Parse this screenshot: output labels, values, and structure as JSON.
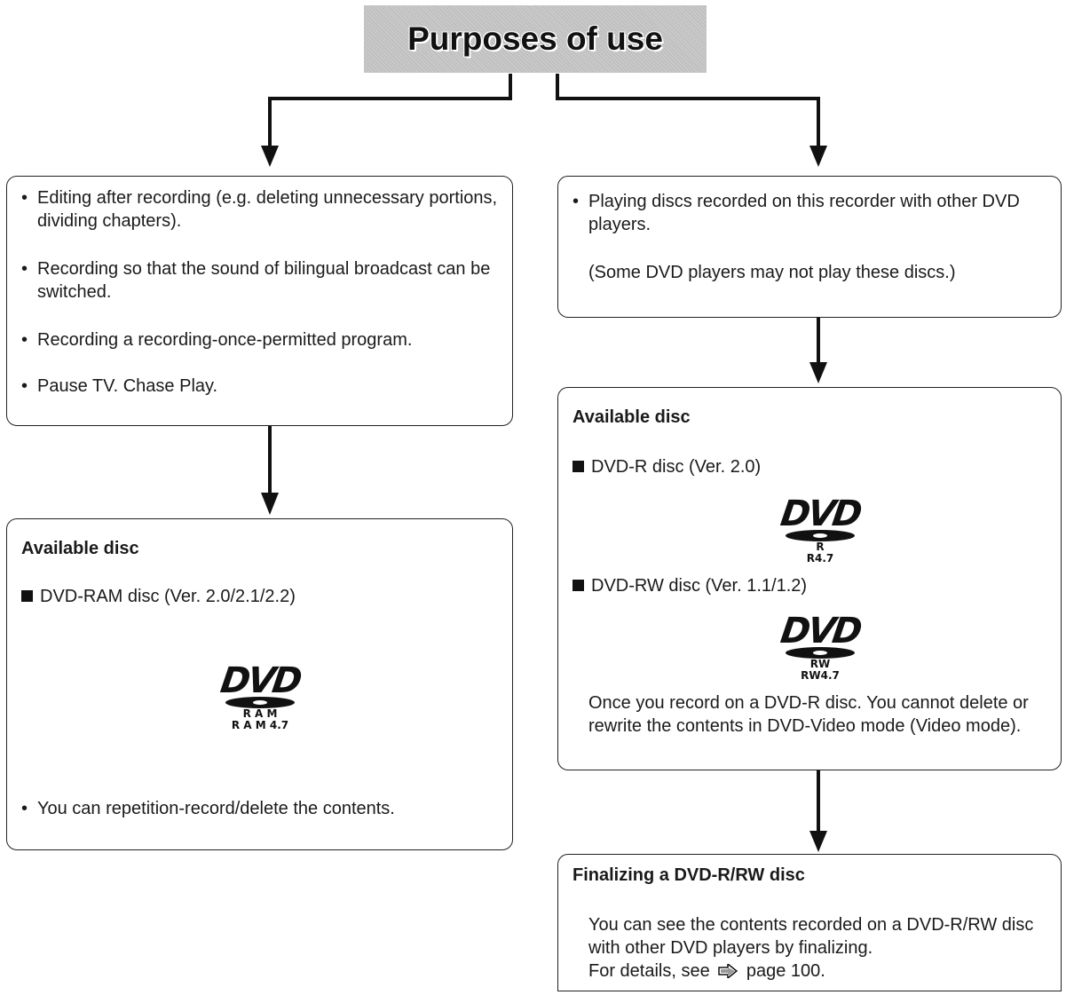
{
  "title": "Purposes of use",
  "left_top_box": {
    "bullets": [
      "Editing after recording (e.g. deleting unnecessary portions, dividing chapters).",
      "Recording so that the sound of bilingual broadcast can be switched.",
      "Recording a recording-once-permitted program.",
      "Pause TV. Chase Play."
    ]
  },
  "left_bottom_box": {
    "heading": "Available disc",
    "disc_item": "DVD-RAM disc (Ver. 2.0/2.1/2.2)",
    "logo": {
      "word": "DVD",
      "line1": "R A M",
      "line2": "R A M 4.7",
      "icon": "dvd-ram-logo"
    },
    "note": "You can repetition-record/delete the contents."
  },
  "right_top_box": {
    "bullet": "Playing discs recorded on this recorder with other DVD players.",
    "note": "(Some DVD players may not play these discs.)"
  },
  "right_middle_box": {
    "heading": "Available disc",
    "item1": "DVD-R disc (Ver. 2.0)",
    "logo1": {
      "word": "DVD",
      "line1": "R",
      "line2": "R4.7",
      "icon": "dvd-r-logo"
    },
    "item2": "DVD-RW disc (Ver. 1.1/1.2)",
    "logo2": {
      "word": "DVD",
      "line1": "RW",
      "line2": "RW4.7",
      "icon": "dvd-rw-logo"
    },
    "note": "Once you record on a DVD-R disc. You cannot delete or rewrite the contents in DVD-Video mode (Video mode)."
  },
  "right_bottom_box": {
    "heading": "Finalizing a DVD-R/RW disc",
    "text": "You can see the contents recorded on a DVD-R/RW disc with other DVD players by finalizing.",
    "ref_prefix": "For details, see",
    "ref_icon": "page-reference-arrow-icon",
    "ref_page": "page 100."
  }
}
